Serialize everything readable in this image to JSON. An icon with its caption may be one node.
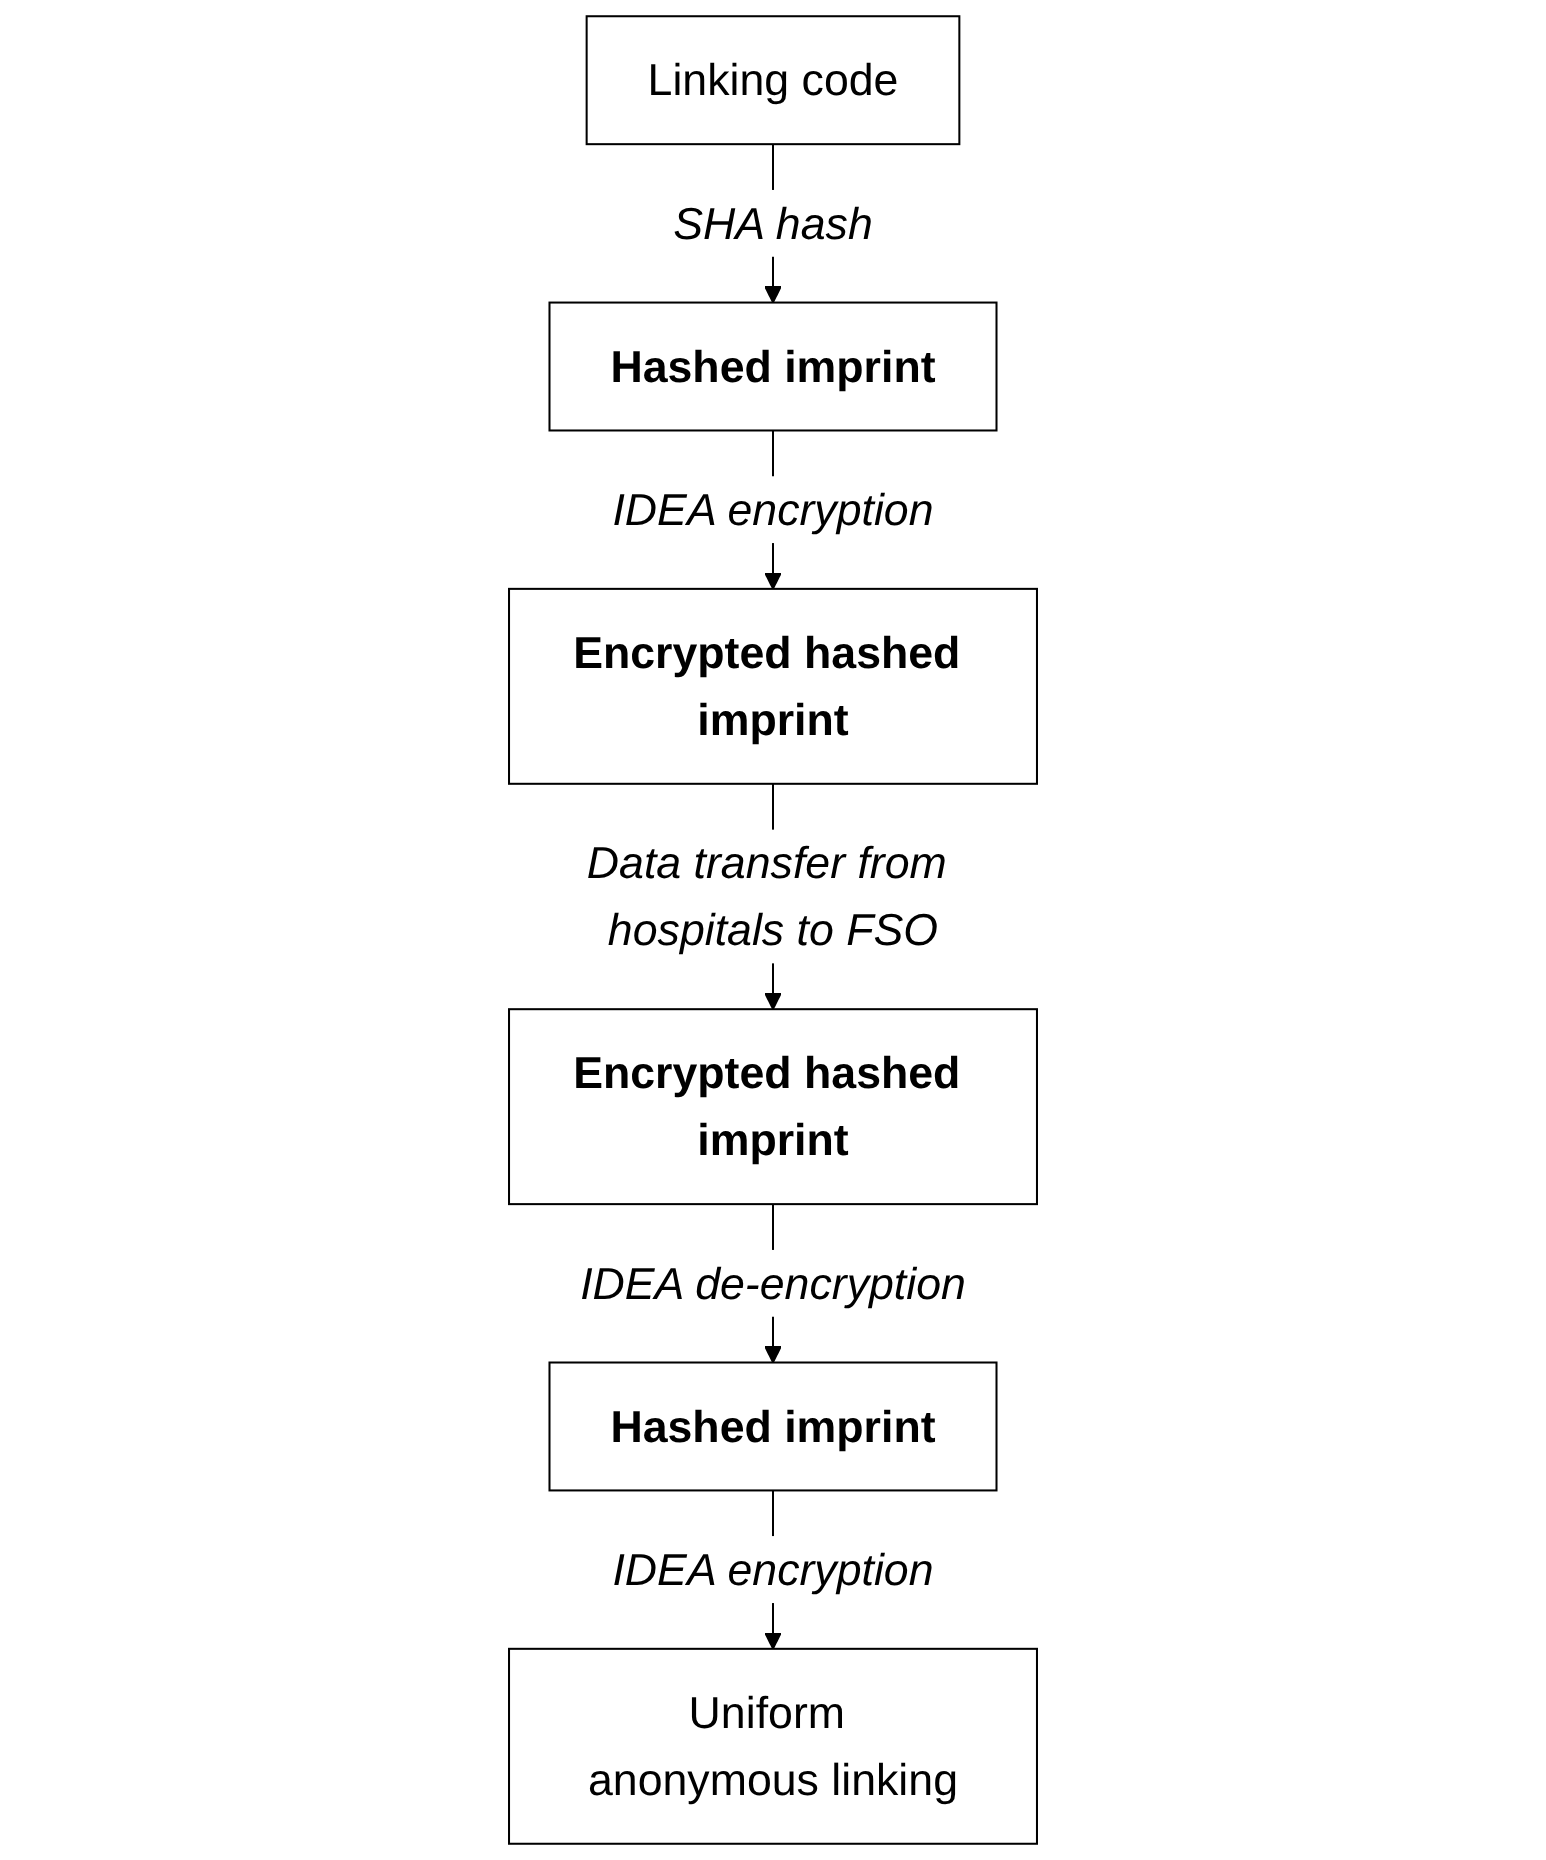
{
  "diagram": {
    "nodes": [
      {
        "text": [
          "Linking code"
        ]
      },
      {
        "text": [
          "Hashed imprint"
        ]
      },
      {
        "text": [
          "Encrypted hashed imprint"
        ]
      },
      {
        "text": [
          "Encrypted hashed imprint"
        ]
      },
      {
        "text": [
          "Hashed imprint"
        ]
      },
      {
        "text": [
          "Uniform anonymous linking"
        ]
      }
    ],
    "edges": [
      {
        "from": 0,
        "to": 1,
        "arrow": "to",
        "label": "SHA hash"
      },
      {
        "from": 1,
        "to": 2,
        "arrow": "to",
        "label": "IDEA encryption"
      },
      {
        "from": 2,
        "to": 3,
        "arrow": "to",
        "label": "Data transfer from hospitals to FSO"
      },
      {
        "from": 3,
        "to": 4,
        "arrow": "to",
        "label": "IDEA de-encryption"
      },
      {
        "from": 4,
        "to": 5,
        "arrow": "to",
        "label": "IDEA encryption"
      }
    ]
  }
}
